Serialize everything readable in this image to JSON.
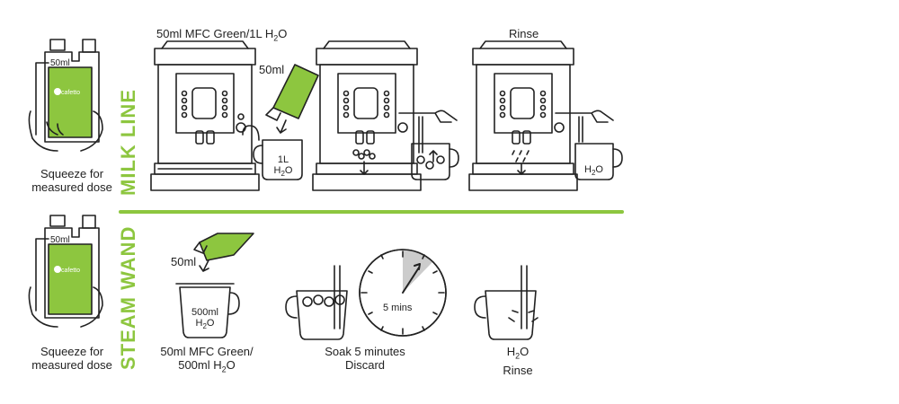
{
  "rows": {
    "milk_line": {
      "label": "MILK LINE",
      "bottle_caption_1": "Squeeze for",
      "bottle_caption_2": "measured dose",
      "bottle_mark": "50ml",
      "step1_title_main": "50ml MFC Green/1L H",
      "step1_title_sub": "2",
      "step1_title_end": "O",
      "step1_pour_label": "50ml",
      "step1_jug_line1": "1L",
      "step1_jug_line2_main": "H",
      "step1_jug_line2_sub": "2",
      "step1_jug_line2_end": "O",
      "step3_title": "Rinse",
      "step3_jug_main": "H",
      "step3_jug_sub": "2",
      "step3_jug_end": "O"
    },
    "steam_wand": {
      "label": "STEAM WAND",
      "bottle_caption_1": "Squeeze for",
      "bottle_caption_2": "measured dose",
      "bottle_mark": "50ml",
      "step1_pour_label": "50ml",
      "step1_jug_line1": "500ml",
      "step1_jug_line2_main": "H",
      "step1_jug_line2_sub": "2",
      "step1_jug_line2_end": "O",
      "step1_caption_1": "50ml MFC Green/",
      "step1_caption_2_main": "500ml H",
      "step1_caption_2_sub": "2",
      "step1_caption_2_end": "O",
      "step2_caption_1": "Soak 5 minutes",
      "step2_caption_2": "Discard",
      "timer_label": "5 mins",
      "step3_caption_1_main": "H",
      "step3_caption_1_sub": "2",
      "step3_caption_1_end": "O",
      "step3_caption_2": "Rinse"
    }
  },
  "brand": {
    "bottle_logo": "cafetto"
  },
  "colors": {
    "accent": "#8dc63f",
    "line": "#222222"
  }
}
